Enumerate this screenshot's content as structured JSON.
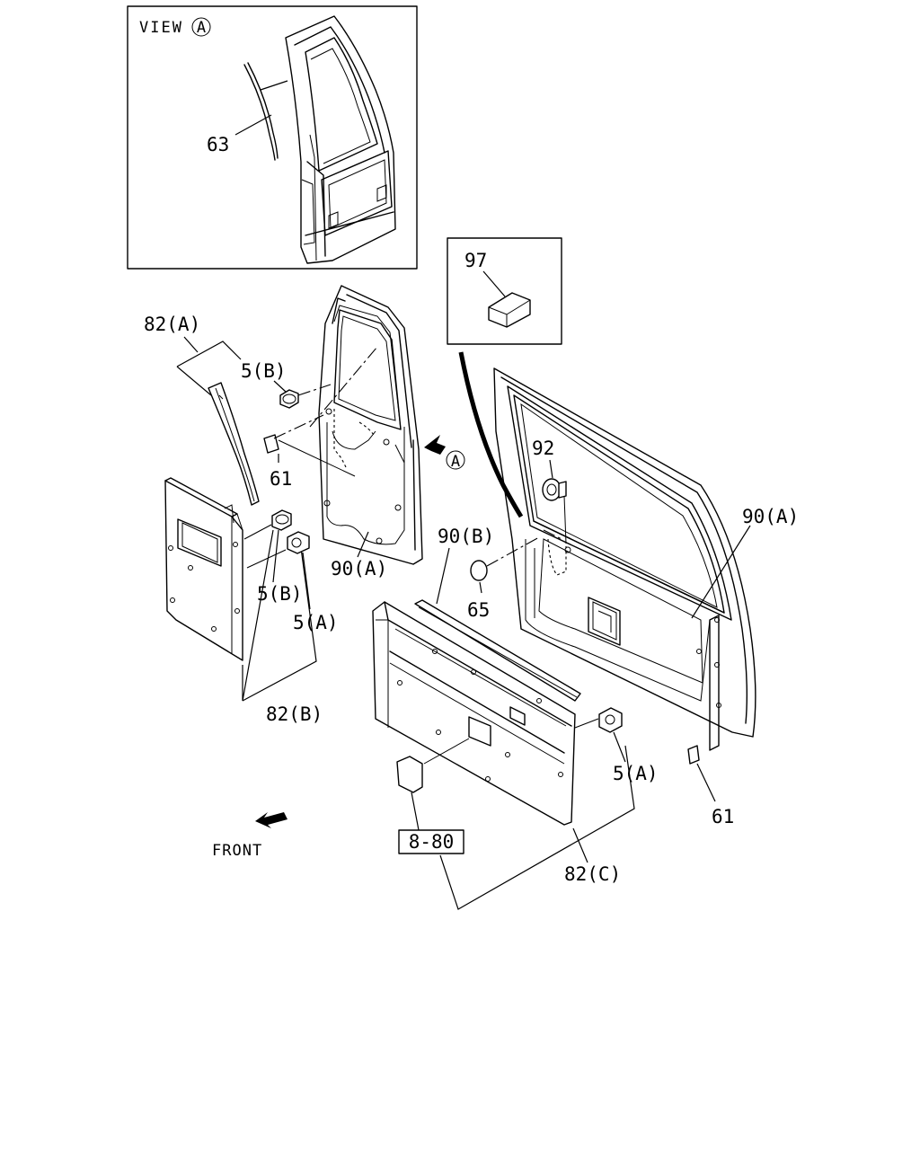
{
  "view_box": {
    "title": "VIEW",
    "marker": "A"
  },
  "labels": {
    "p63": "63",
    "p97": "97",
    "p82a": "82(A)",
    "p5b_top": "5(B)",
    "p61_left": "61",
    "p90a_left": "90(A)",
    "p5b_mid": "5(B)",
    "p5a_left": "5(A)",
    "p82b": "82(B)",
    "arrow_a": "A",
    "p92": "92",
    "p90a_right": "90(A)",
    "p90b": "90(B)",
    "p65": "65",
    "p5a_right": "5(A)",
    "p61_right": "61",
    "p82c": "82(C)",
    "p880": "8-80",
    "front": "FRONT"
  }
}
